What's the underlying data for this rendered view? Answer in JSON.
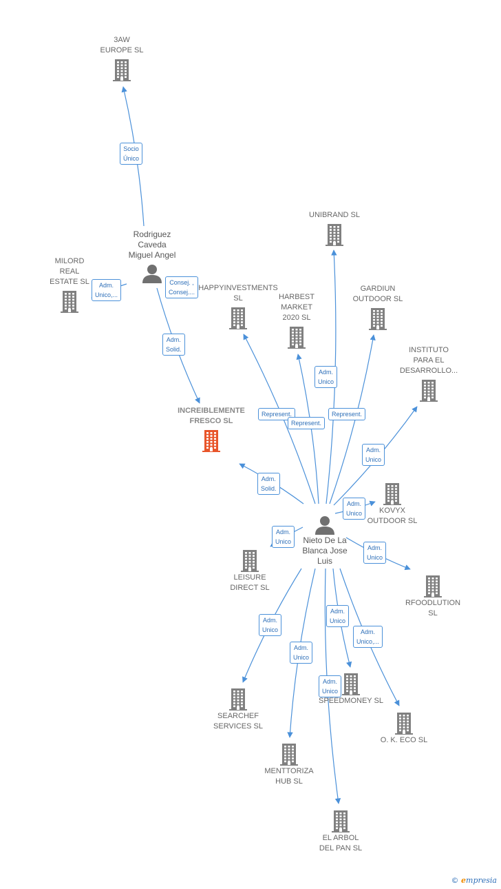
{
  "colors": {
    "edge": "#4a90d9",
    "company": "#808080",
    "focal": "#e8552a",
    "person": "#707070"
  },
  "nodes": [
    {
      "id": "3aw",
      "label": "3AW\nEUROPE  SL",
      "kind": "company"
    },
    {
      "id": "rodriguez",
      "label": "Rodriguez\nCaveda\nMiguel Angel",
      "kind": "person"
    },
    {
      "id": "milord",
      "label": "MILORD\nREAL\nESTATE  SL",
      "kind": "company"
    },
    {
      "id": "unibrand",
      "label": "UNIBRAND SL",
      "kind": "company"
    },
    {
      "id": "happy",
      "label": "HAPPYINVESTMENTS\nSL",
      "kind": "company"
    },
    {
      "id": "harbest",
      "label": "HARBEST\nMARKET\n2020  SL",
      "kind": "company"
    },
    {
      "id": "gardiun",
      "label": "GARDIUN\nOUTDOOR  SL",
      "kind": "company"
    },
    {
      "id": "instituto",
      "label": "INSTITUTO\nPARA EL\nDESARROLLO...",
      "kind": "company"
    },
    {
      "id": "increible",
      "label": "INCREIBLEMENTE\nFRESCO  SL",
      "kind": "focal"
    },
    {
      "id": "kovyx",
      "label": "KOVYX\nOUTDOOR  SL",
      "kind": "company"
    },
    {
      "id": "nieto",
      "label": "Nieto De La\nBlanca Jose\nLuis",
      "kind": "person"
    },
    {
      "id": "leisure",
      "label": "LEISURE\nDIRECT SL",
      "kind": "company"
    },
    {
      "id": "rfood",
      "label": "RFOODLUTION\nSL",
      "kind": "company"
    },
    {
      "id": "speed",
      "label": "SPEEDMONEY SL",
      "kind": "company"
    },
    {
      "id": "searchef",
      "label": "SEARCHEF\nSERVICES  SL",
      "kind": "company"
    },
    {
      "id": "oke",
      "label": "O.  K. ECO SL",
      "kind": "company"
    },
    {
      "id": "mentto",
      "label": "MENTTORIZA\nHUB  SL",
      "kind": "company"
    },
    {
      "id": "arbol",
      "label": "EL ARBOL\nDEL PAN  SL",
      "kind": "company"
    }
  ],
  "edges": [
    {
      "from": "rodriguez",
      "to": "3aw",
      "label": "Socio\nÚnico"
    },
    {
      "from": "rodriguez",
      "to": "milord",
      "label": "Adm.\nUnico,..."
    },
    {
      "from": "rodriguez",
      "to": "increible",
      "label": "Adm.\nSolid."
    },
    {
      "from": "rodriguez",
      "to": "increible",
      "label": "Consej. ,\nConsej...."
    },
    {
      "from": "nieto",
      "to": "increible",
      "label": "Adm.\nSolid."
    },
    {
      "from": "nieto",
      "to": "happy",
      "label": "Represent."
    },
    {
      "from": "nieto",
      "to": "harbest",
      "label": "Represent."
    },
    {
      "from": "nieto",
      "to": "unibrand",
      "label": "Adm.\nUnico"
    },
    {
      "from": "nieto",
      "to": "gardiun",
      "label": "Represent."
    },
    {
      "from": "nieto",
      "to": "instituto",
      "label": "Adm.\nUnico"
    },
    {
      "from": "nieto",
      "to": "kovyx",
      "label": "Adm.\nUnico"
    },
    {
      "from": "nieto",
      "to": "leisure",
      "label": "Adm.\nUnico"
    },
    {
      "from": "nieto",
      "to": "rfood",
      "label": "Adm.\nUnico"
    },
    {
      "from": "nieto",
      "to": "speed",
      "label": "Adm.\nUnico"
    },
    {
      "from": "nieto",
      "to": "oke",
      "label": "Adm.\nUnico,..."
    },
    {
      "from": "nieto",
      "to": "searchef",
      "label": "Adm.\nUnico"
    },
    {
      "from": "nieto",
      "to": "mentto",
      "label": "Adm.\nUnico"
    },
    {
      "from": "nieto",
      "to": "arbol",
      "label": "Adm.\nUnico"
    }
  ],
  "brand": {
    "copyright": "©",
    "initial": "e",
    "name": "mpresia"
  }
}
